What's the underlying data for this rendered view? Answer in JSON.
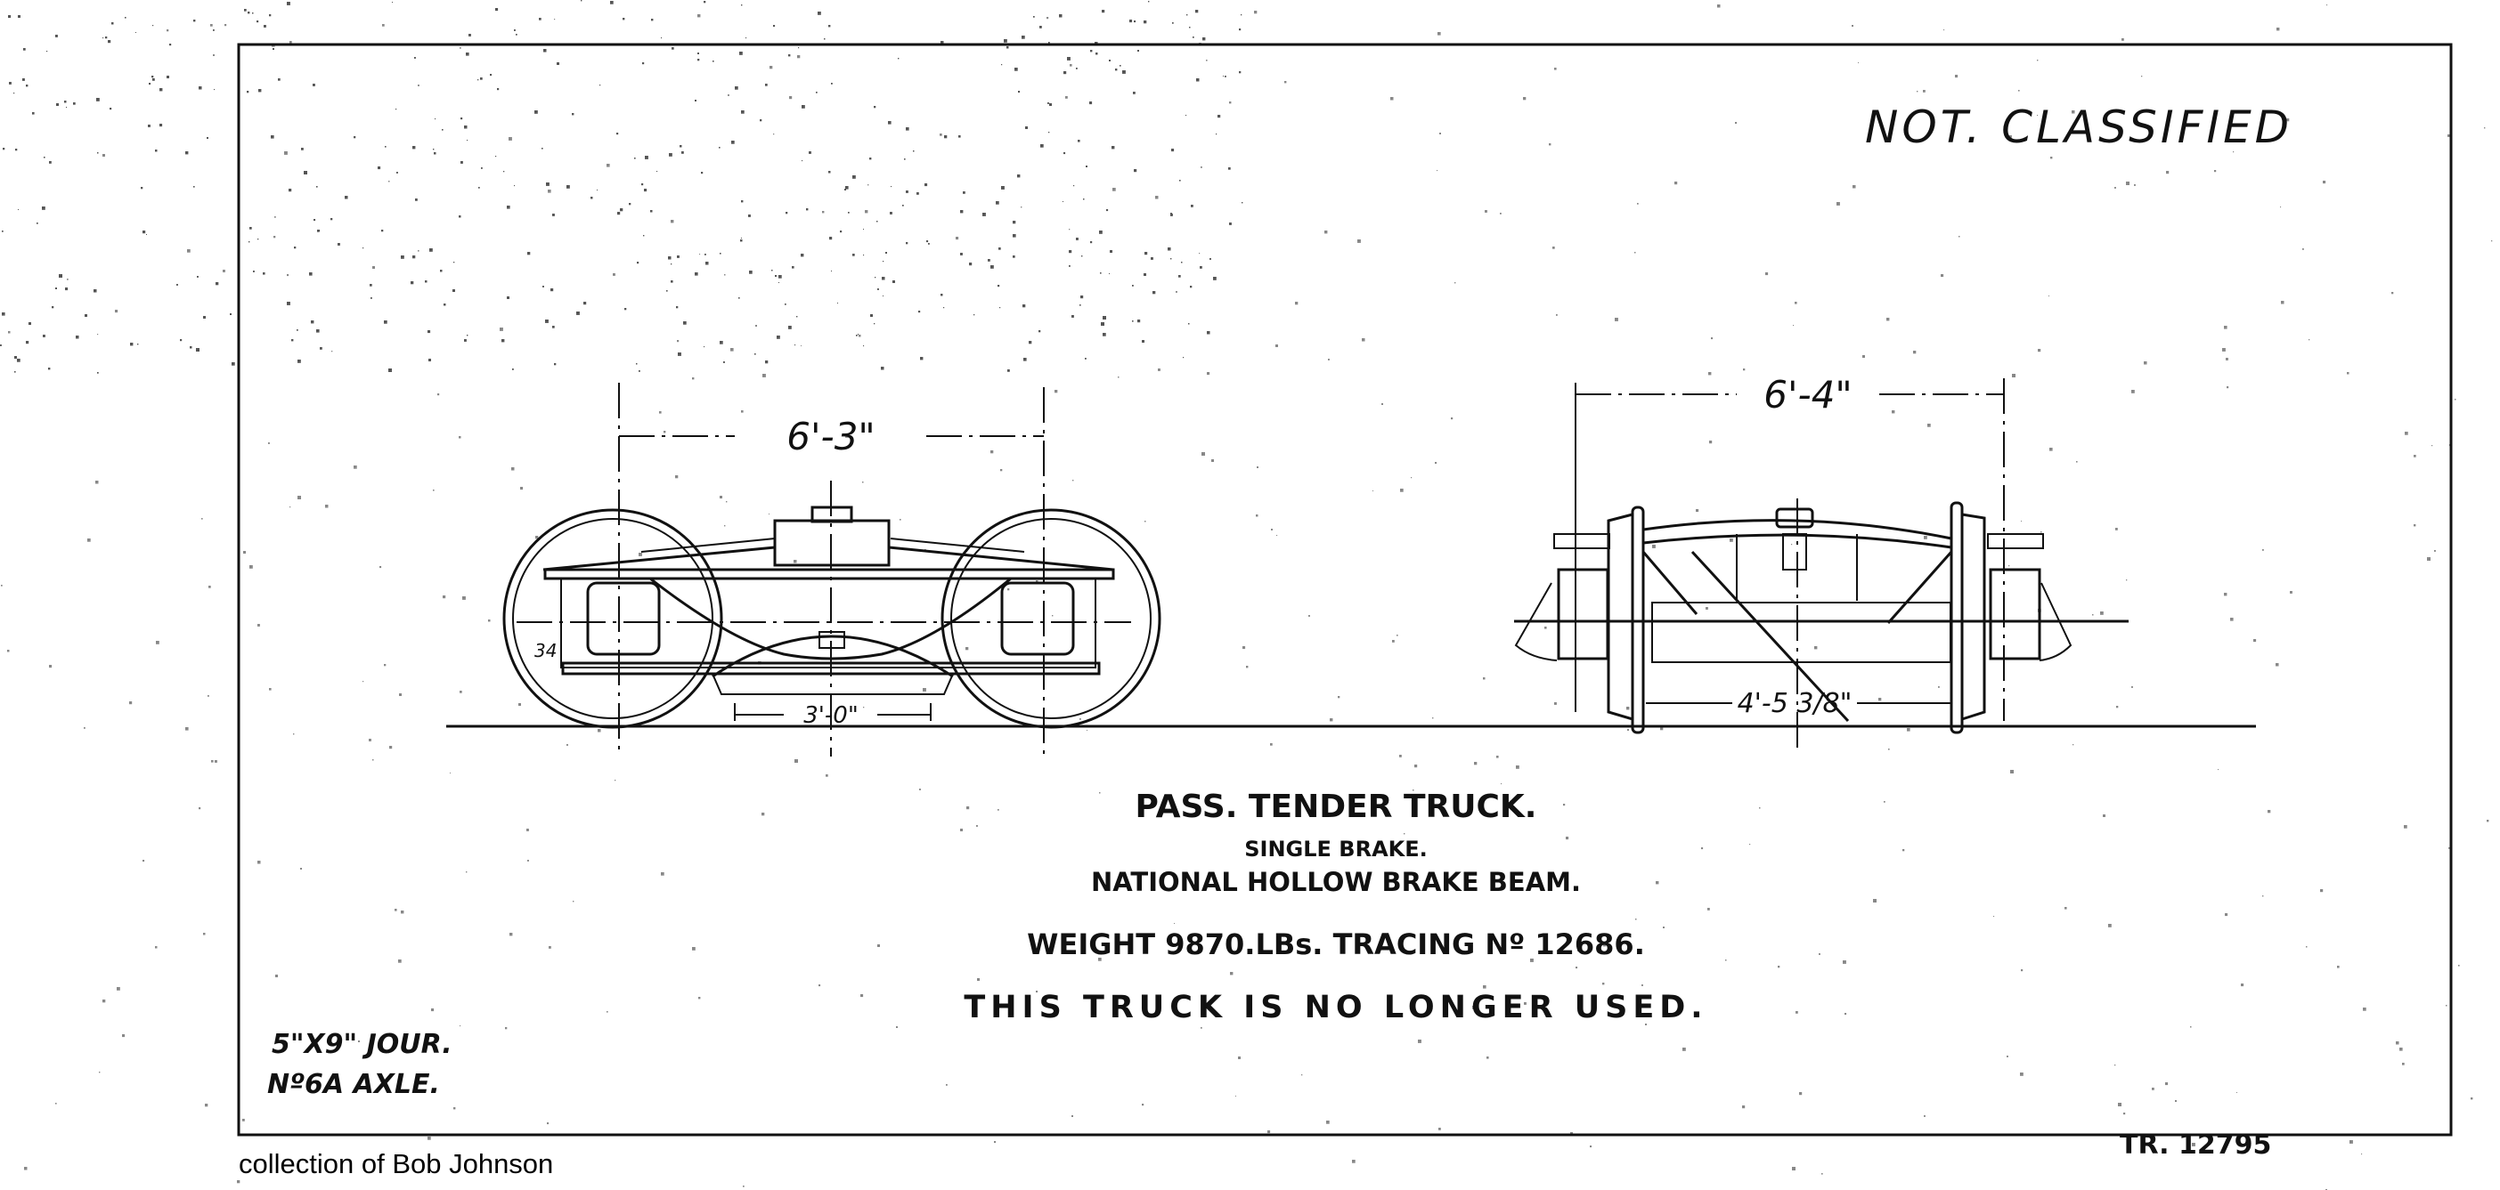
{
  "stamp": {
    "not_classified": "NOT. CLASSIFIED"
  },
  "left_view": {
    "wheel_base": "6'-3\"",
    "brake_dim": "3'-0\"",
    "wheel_note": "34"
  },
  "right_view": {
    "gauge_width": "6'-4\"",
    "inner_width": "4'-5 3/8\""
  },
  "title_block": {
    "title": "PASS. TENDER TRUCK.",
    "line1": "SINGLE BRAKE.",
    "line2": "NATIONAL HOLLOW BRAKE BEAM.",
    "line3": "WEIGHT 9870.LBs.  TRACING Nº 12686.",
    "line4": "THIS TRUCK IS NO LONGER USED."
  },
  "notes": {
    "journal": "5\"X9\" JOUR.",
    "axle": "Nº6A AXLE."
  },
  "drawing_number": "TR. 12795",
  "credit": "collection of Bob Johnson",
  "colors": {
    "ink": "#111111",
    "paper": "#ffffff"
  }
}
